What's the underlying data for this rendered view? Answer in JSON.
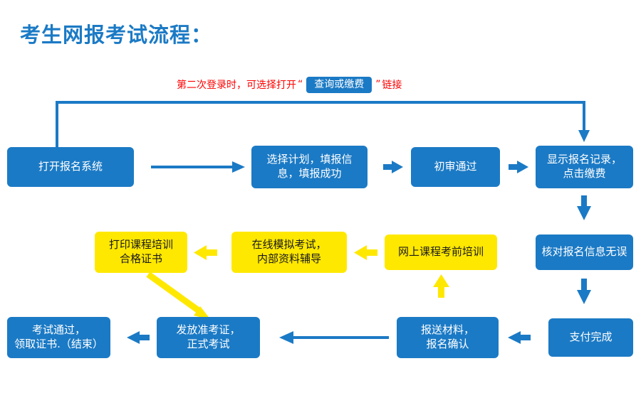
{
  "page": {
    "title": "考生网报考试流程：",
    "title_color": "#1b7ac5",
    "background": "#ffffff"
  },
  "annotation": {
    "prefix": "第二次登录时，可选择打开",
    "open_quote": "“",
    "button_label": "查询或缴费",
    "close_quote": "”",
    "suffix": "链接",
    "text_color": "#ff0000",
    "button_color": "#1b7ac5"
  },
  "legend": {
    "blue": "#1b7ac5",
    "yellow": "#ffe800",
    "red": "#ff0000",
    "white": "#ffffff"
  },
  "flowchart": {
    "type": "flowchart",
    "rows": [
      {
        "name": "row-1",
        "nodes": [
          {
            "id": "n1",
            "label": "打开报名系统",
            "color": "blue"
          },
          {
            "id": "n2",
            "label": "选择计划，填报信\n息，填报成功",
            "color": "blue"
          },
          {
            "id": "n3",
            "label": "初审通过",
            "color": "blue"
          },
          {
            "id": "n4",
            "label": "显示报名记录，\n点击缴费",
            "color": "blue"
          }
        ]
      },
      {
        "name": "row-2",
        "nodes": [
          {
            "id": "n8",
            "label": "打印课程培训\n合格证书",
            "color": "yellow"
          },
          {
            "id": "n7",
            "label": "在线模拟考试，\n内部资料辅导",
            "color": "yellow"
          },
          {
            "id": "n6",
            "label": "网上课程考前培训",
            "color": "yellow"
          },
          {
            "id": "n5",
            "label": "核对报名信息无误",
            "color": "blue"
          }
        ]
      },
      {
        "name": "row-3",
        "nodes": [
          {
            "id": "n12",
            "label": "考试通过，\n领取证书.（结束）",
            "color": "blue"
          },
          {
            "id": "n11",
            "label": "发放准考证，\n正式考试",
            "color": "blue"
          },
          {
            "id": "n10",
            "label": "报送材料，\n报名确认",
            "color": "blue"
          },
          {
            "id": "n9",
            "label": "支付完成",
            "color": "blue"
          }
        ]
      }
    ],
    "connections": [
      {
        "from": "n1",
        "to": "n2",
        "style": "arrow-right-long",
        "color": "#1b7ac5"
      },
      {
        "from": "n2",
        "to": "n3",
        "style": "arrow-right-short",
        "color": "#1b7ac5"
      },
      {
        "from": "n3",
        "to": "n4",
        "style": "arrow-right-short",
        "color": "#1b7ac5"
      },
      {
        "from": "n4",
        "to": "n5",
        "style": "arrow-down",
        "color": "#1b7ac5"
      },
      {
        "from": "n5",
        "to": "n9",
        "style": "arrow-down",
        "color": "#1b7ac5"
      },
      {
        "from": "n9",
        "to": "n10",
        "style": "arrow-left-short",
        "color": "#1b7ac5"
      },
      {
        "from": "n10",
        "to": "n6",
        "style": "arrow-up",
        "color": "#ffe800"
      },
      {
        "from": "n6",
        "to": "n7",
        "style": "arrow-left-short",
        "color": "#ffe800"
      },
      {
        "from": "n7",
        "to": "n8",
        "style": "arrow-left-short",
        "color": "#ffe800"
      },
      {
        "from": "n8",
        "to": "n11",
        "style": "arrow-diagonal",
        "color": "#ffe800"
      },
      {
        "from": "n10",
        "to": "n11",
        "style": "arrow-left-long",
        "color": "#1b7ac5"
      },
      {
        "from": "n11",
        "to": "n12",
        "style": "arrow-left-short",
        "color": "#1b7ac5"
      },
      {
        "from": "n1",
        "to": "n4",
        "style": "loop-top",
        "color": "#1b7ac5"
      }
    ]
  }
}
